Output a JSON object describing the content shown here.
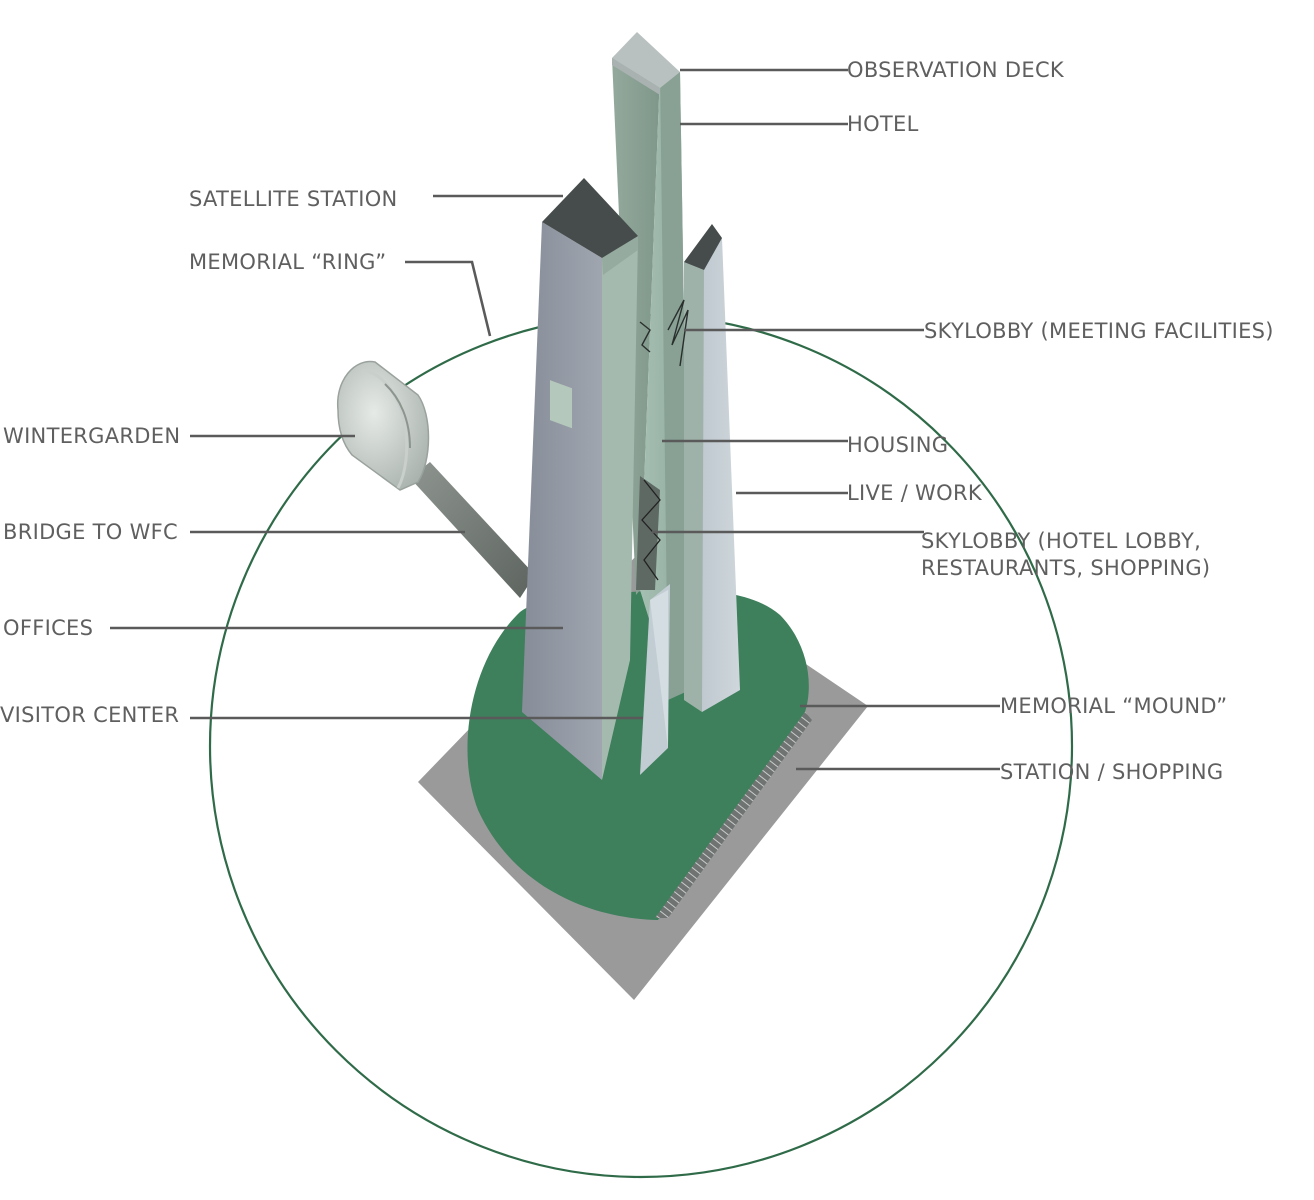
{
  "labels": {
    "observation_deck": "OBSERVATION DECK",
    "hotel": "HOTEL",
    "satellite_station": "SATELLITE STATION",
    "memorial_ring": "MEMORIAL “RING”",
    "skylobby_meeting": "SKYLOBBY (MEETING FACILITIES)",
    "wintergarden": "WINTERGARDEN",
    "housing": "HOUSING",
    "live_work": "LIVE / WORK",
    "bridge_to_wfc": "BRIDGE TO WFC",
    "skylobby_hotel_line1": "SKYLOBBY (HOTEL LOBBY,",
    "skylobby_hotel_line2": "RESTAURANTS, SHOPPING)",
    "offices": "OFFICES",
    "visitor_center": "VISITOR CENTER",
    "memorial_mound": "MEMORIAL “MOUND”",
    "station_shopping": "STATION / SHOPPING"
  },
  "colors": {
    "ring": "#2f6b48",
    "mound": "#3e7f5c",
    "plaza": "#9b9b9b",
    "tower_grey": "#9aa0a8",
    "tower_green": "#8fa89a",
    "tower_dark": "#454c4b",
    "text": "#5f5f5f"
  }
}
